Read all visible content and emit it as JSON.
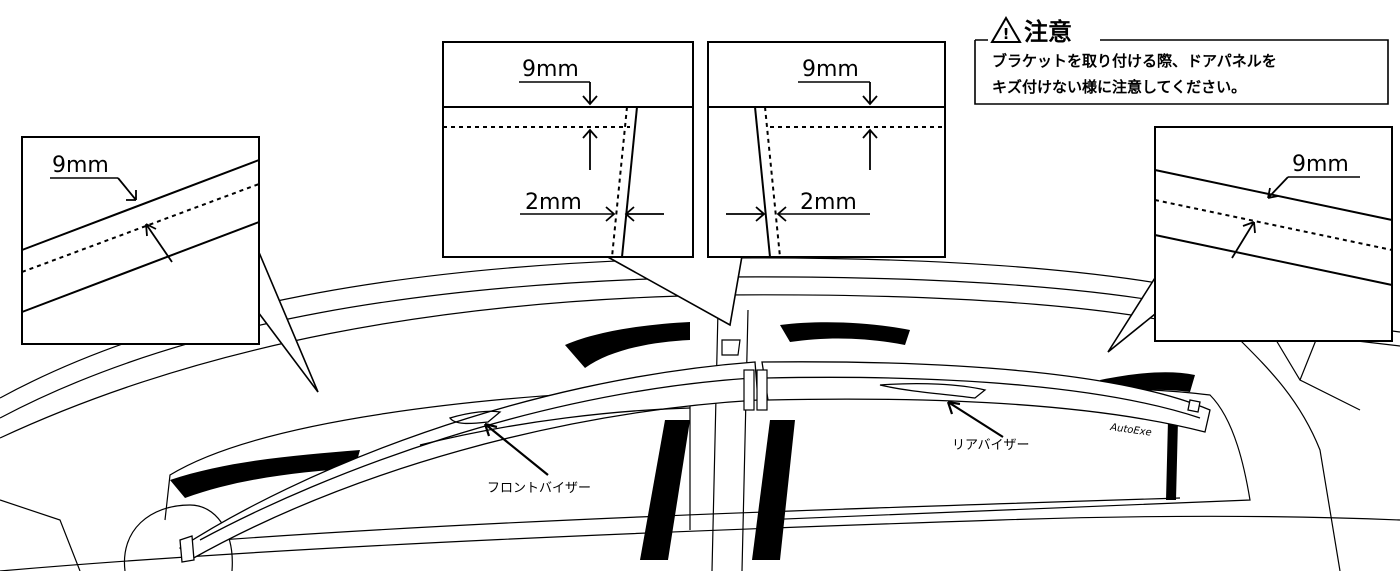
{
  "caution": {
    "symbol": "!",
    "title": "注意",
    "line1": "ブラケットを取り付ける際、ドアパネルを",
    "line2": "キズ付けない様に注意してください。"
  },
  "callouts": {
    "front_top": {
      "label": "9mm"
    },
    "center_left": {
      "top_label": "9mm",
      "side_label": "2mm"
    },
    "center_right": {
      "top_label": "9mm",
      "side_label": "2mm"
    },
    "rear_top": {
      "label": "9mm"
    }
  },
  "parts": {
    "front_visor": "フロントバイザー",
    "rear_visor": "リアバイザー",
    "brand_mark": "AutoExe"
  }
}
